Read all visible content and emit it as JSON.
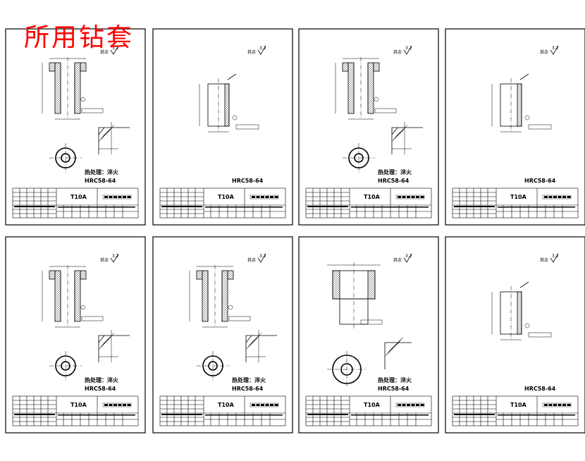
{
  "overlay_title": "所用钻套",
  "sheets": [
    {
      "material": "T10A",
      "heat_treatment": "热处理：淬火",
      "hardness": "HRC58-64",
      "roughness": "3.2",
      "roughness_suffix": "其余",
      "variant": "a"
    },
    {
      "material": "T10A",
      "heat_treatment": "",
      "hardness": "HRC58-64",
      "roughness": "3.2",
      "roughness_suffix": "其余",
      "variant": "b"
    },
    {
      "material": "T10A",
      "heat_treatment": "热处理：淬火",
      "hardness": "HRC58-64",
      "roughness": "3.2",
      "roughness_suffix": "其余",
      "variant": "a"
    },
    {
      "material": "T10A",
      "heat_treatment": "",
      "hardness": "HRC58-64",
      "roughness": "3.2",
      "roughness_suffix": "其余",
      "variant": "b"
    },
    {
      "material": "T10A",
      "heat_treatment": "热处理：淬火",
      "hardness": "HRC58-64",
      "roughness": "3.2",
      "roughness_suffix": "其余",
      "variant": "a"
    },
    {
      "material": "T10A",
      "heat_treatment": "热处理：淬火",
      "hardness": "HRC58-64",
      "roughness": "3.2",
      "roughness_suffix": "其余",
      "variant": "a"
    },
    {
      "material": "T10A",
      "heat_treatment": "热处理：淬火",
      "hardness": "HRC58-64",
      "roughness": "3.2",
      "roughness_suffix": "其余",
      "variant": "c"
    },
    {
      "material": "T10A",
      "heat_treatment": "",
      "hardness": "HRC58-64",
      "roughness": "3.2",
      "roughness_suffix": "其余",
      "variant": "b"
    }
  ]
}
